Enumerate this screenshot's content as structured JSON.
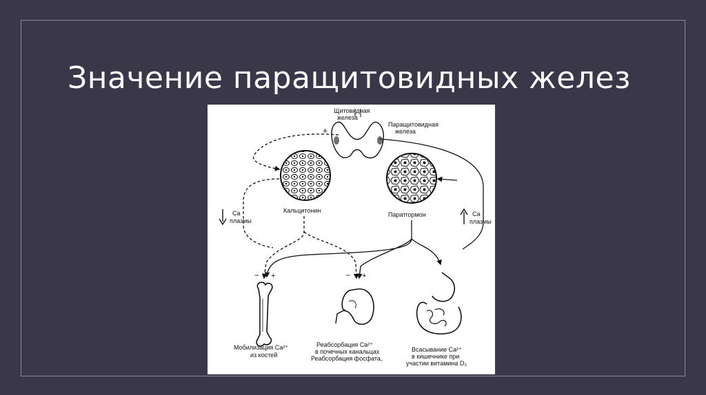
{
  "slide": {
    "title": "Значение паращитовидных желез"
  },
  "diagram": {
    "thyroid_label": [
      "Щитовидная",
      "железа"
    ],
    "parathyroid_label": [
      "Паращитовидная",
      "железа"
    ],
    "calcitonin_label": "Кальцитонин",
    "parathormone_label": "Паратгормон",
    "ca_plasma_left": [
      "Ca",
      "плазмы"
    ],
    "ca_plasma_right": [
      "Ca",
      "плазмы"
    ],
    "signs": [
      "−",
      "+",
      "−",
      "+",
      "+"
    ],
    "bone_caption": [
      "Мобилизация Ca²⁺",
      "из костей"
    ],
    "kidney_caption": [
      "Реабсорбация Ca²⁺",
      "в почечных канальцах",
      "Реабсорбация фосфата,"
    ],
    "intestine_caption": [
      "Всасывание Ca²⁺",
      "в кишечнике при",
      "участии витамина D₃"
    ]
  },
  "colors": {
    "background": "#3a3748",
    "frame": "#8d8a98",
    "title": "#ffffff",
    "diagram_bg": "#ffffff",
    "ink": "#111111"
  }
}
